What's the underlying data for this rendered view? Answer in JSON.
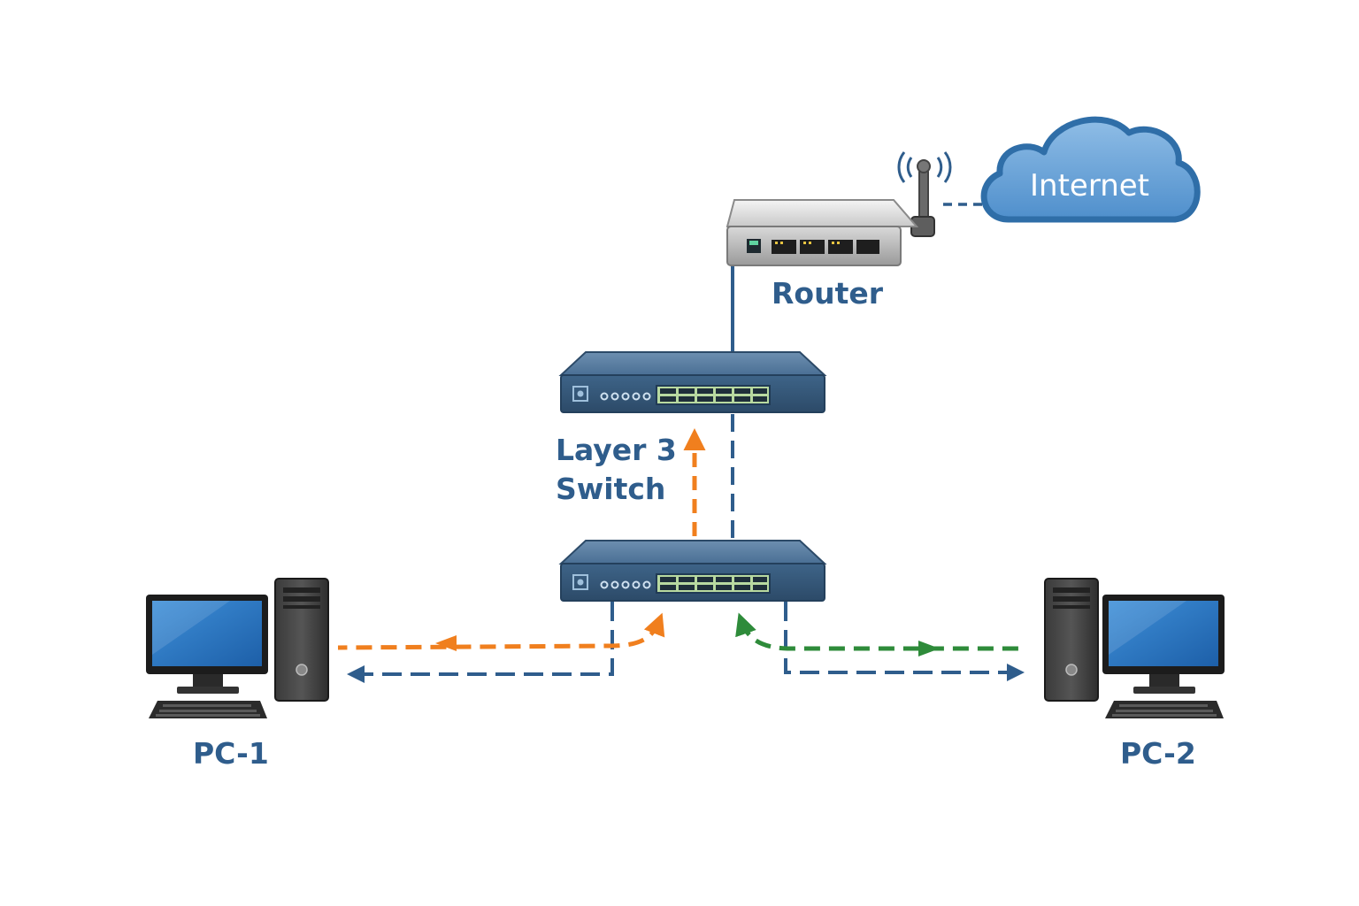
{
  "labels": {
    "cloud": "Internet",
    "router": "Router",
    "switch_line1": "Layer 3",
    "switch_line2": "Switch",
    "pc1": "PC-1",
    "pc2": "PC-2"
  },
  "colors": {
    "label": "#2f5d8c",
    "link_blue": "#2f5d8c",
    "flow_orange": "#f07f1e",
    "flow_green": "#2e8b3a",
    "cloud_fill": "#5b9bd5",
    "switch_body": "#3b5f82"
  },
  "icons": [
    "cloud-icon",
    "router-icon",
    "antenna-icon",
    "switch-icon",
    "pc-icon"
  ]
}
